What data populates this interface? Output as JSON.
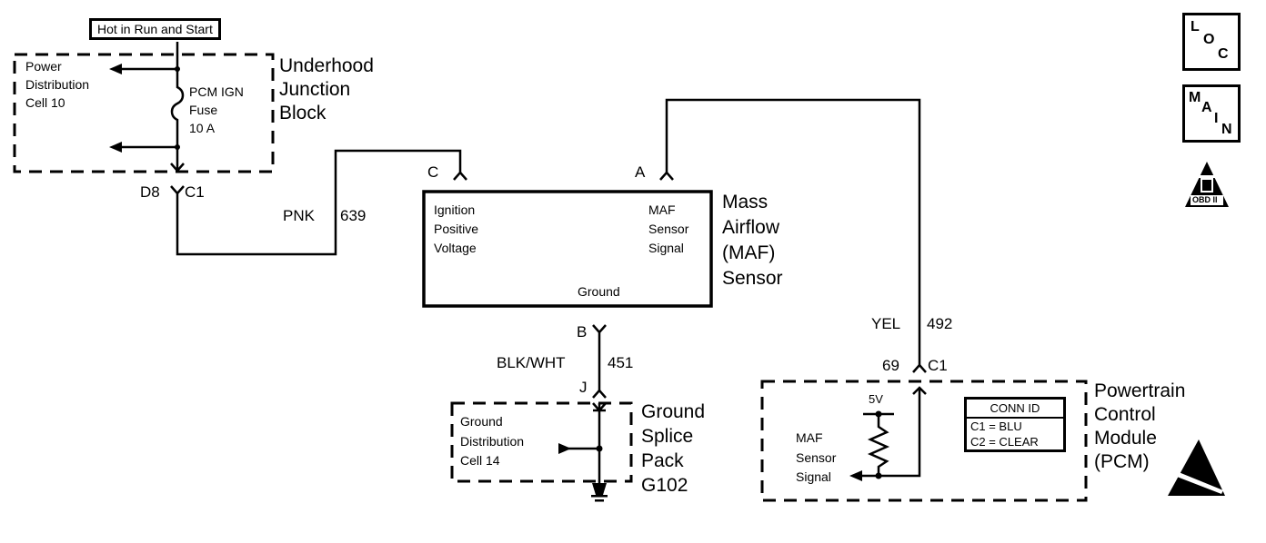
{
  "labels": {
    "hot_label": "Hot in Run and Start",
    "underhood": [
      "Underhood",
      "Junction",
      "Block"
    ],
    "power_dist": [
      "Power",
      "Distribution",
      "Cell 10"
    ],
    "fuse": [
      "PCM IGN",
      "Fuse",
      "10 A"
    ],
    "d8": "D8",
    "c1_top": "C1",
    "pnk": "PNK",
    "pnk_num": "639",
    "pin_c": "C",
    "pin_a": "A",
    "maf_left": [
      "Ignition",
      "Positive",
      "Voltage"
    ],
    "maf_right": [
      "MAF",
      "Sensor",
      "Signal"
    ],
    "maf_ground": "Ground",
    "maf_title": [
      "Mass",
      "Airflow",
      "(MAF)",
      "Sensor"
    ],
    "pin_b": "B",
    "blkwht": "BLK/WHT",
    "blkwht_num": "451",
    "pin_j": "J",
    "ground_dist": [
      "Ground",
      "Distribution",
      "Cell 14"
    ],
    "ground_splice": [
      "Ground",
      "Splice",
      "Pack",
      "G102"
    ],
    "yel": "YEL",
    "yel_num": "492",
    "pin_69": "69",
    "c1_pcm": "C1",
    "five_v": "5V",
    "pcm_signal": [
      "MAF",
      "Sensor",
      "Signal"
    ],
    "conn_id": {
      "header": "CONN ID",
      "rows": [
        "C1 = BLU",
        "C2 = CLEAR"
      ]
    },
    "pcm_title": [
      "Powertrain",
      "Control",
      "Module",
      "(PCM)"
    ]
  },
  "icons": {
    "loc": [
      "L",
      "O",
      "C"
    ],
    "main": [
      "M",
      "A",
      "I",
      "N"
    ],
    "obd": {
      "numeral": "II",
      "label": "OBD II"
    }
  }
}
